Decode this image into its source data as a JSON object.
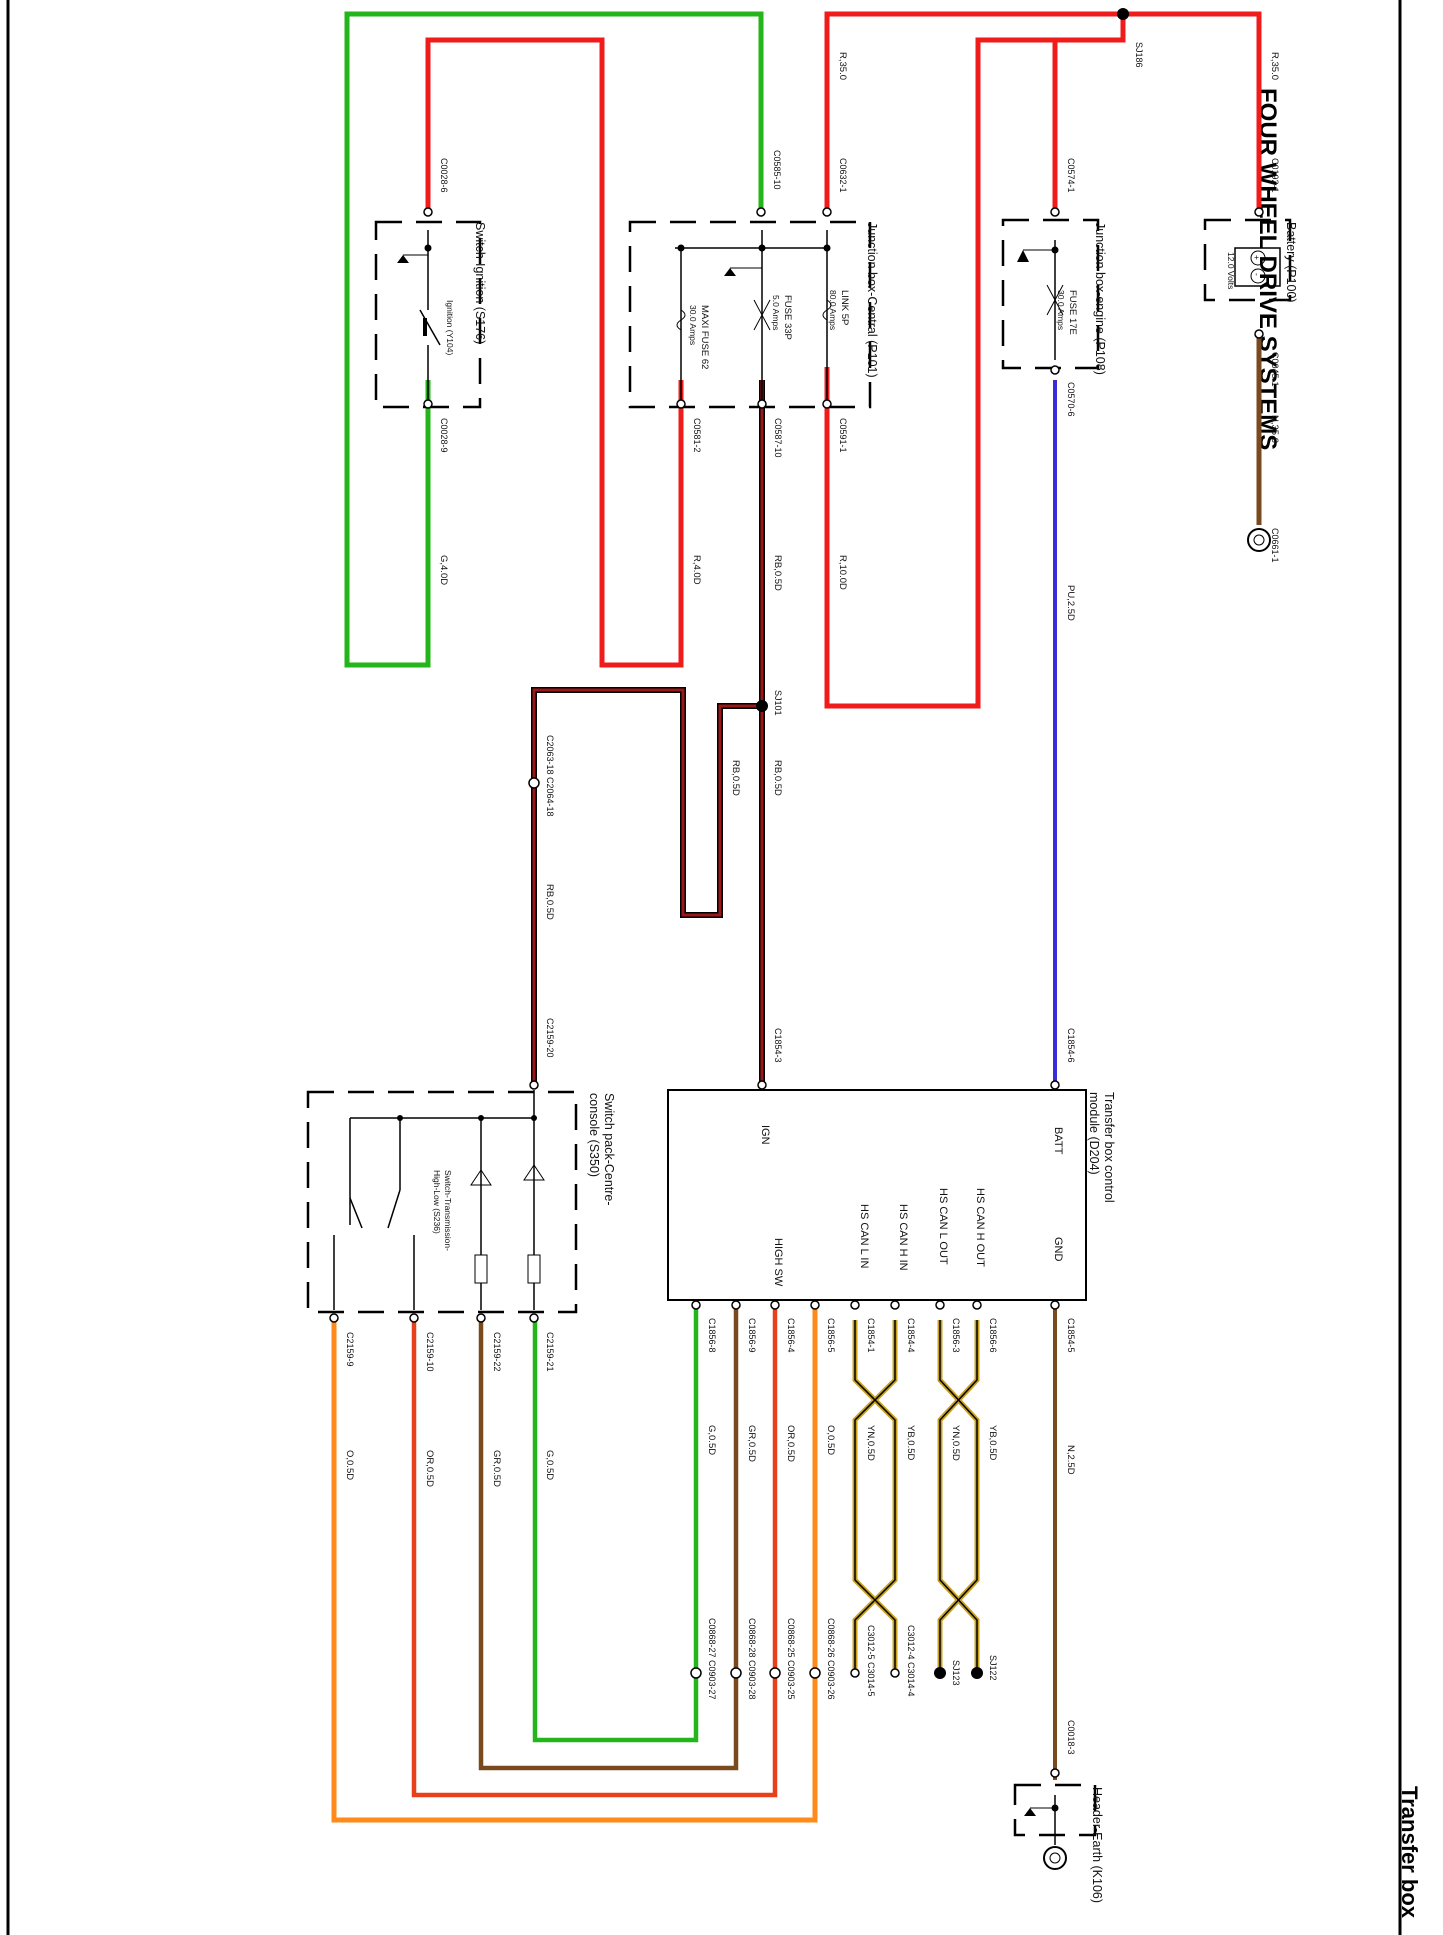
{
  "header": {
    "section_title": "FOUR WHEEL DRIVE SYSTEMS",
    "page_title": "Transfer box"
  },
  "components": {
    "battery": {
      "name": "Battery (P100)",
      "voltage": "12.0 Volts",
      "plus": "+",
      "minus": "-"
    },
    "earth_c0661": "C0661-1",
    "junction_engine": {
      "name": "Junction box-engine (P108)",
      "fuse": "FUSE 17E",
      "rating": "30.0 Amps"
    },
    "junction_central": {
      "name": "Junction box-Central (P101)",
      "link": "LINK 5P",
      "link_rating": "80.0 Amps",
      "fuse": "FUSE 33P",
      "fuse_rating": "5.0 Amps",
      "maxi": "MAXI FUSE 62",
      "maxi_rating": "30.0 Amps"
    },
    "ignition_switch": {
      "name": "Switch-Ignition (S176)",
      "contact": "Ignition (Y104)"
    },
    "tcm": {
      "name_1": "Transfer box control",
      "name_2": "module (D204)",
      "pins": [
        "BATT",
        "GND",
        "HS CAN H OUT",
        "HS CAN L OUT",
        "HS CAN H IN",
        "HS CAN L IN",
        "HIGH SW",
        "IGN"
      ]
    },
    "switch_pack": {
      "name_1": "Switch pack-Centre-",
      "name_2": "console (S350)",
      "sub_1": "Switch-Transmission-",
      "sub_2": "High-Low (S236)"
    },
    "header_earth": "Header-Earth (K106)"
  },
  "connectors": {
    "c0192": "C0192-1",
    "c0045": "C0045-1",
    "sj186": "SJ186",
    "c0574": "C0574-1",
    "c0570": "C0570-6",
    "c0585": "C0585-10",
    "c0632": "C0632-1",
    "c0591": "C0591-1",
    "c0587": "C0587-10",
    "c0581": "C0581-2",
    "c0028_6": "C0028-6",
    "c0028_9": "C0028-9",
    "sj101": "SJ101",
    "c2063": "C2063-18 C2064-18",
    "c1854_3": "C1854-3",
    "c1854_6": "C1854-6",
    "c2159_20": "C2159-20",
    "c1856_6": "C1856-6",
    "c1856_3": "C1856-3",
    "c1854_4": "C1854-4",
    "c1854_1": "C1854-1",
    "c1856_5": "C1856-5",
    "c1856_4": "C1856-4",
    "c1856_9": "C1856-9",
    "c1856_8": "C1856-8",
    "c1854_5": "C1854-5",
    "c2159_21": "C2159-21",
    "c2159_22": "C2159-22",
    "c2159_10": "C2159-10",
    "c2159_9": "C2159-9",
    "sj122": "SJ122",
    "sj123": "SJ123",
    "c3012_4": "C3012-4 C3014-4",
    "c3012_5": "C3012-5 C3014-5",
    "c0868_26": "C0868-26 C0903-26",
    "c0868_25": "C0868-25 C0903-25",
    "c0868_28": "C0868-28 C0903-28",
    "c0868_27": "C0868-27 C0903-27",
    "c0018": "C0018-3"
  },
  "wires": {
    "w_r35_a": "R,35.0",
    "w_r35_b": "R,35.0",
    "w_n35": "N,35.0",
    "w_pu25": "PU,2.5D",
    "w_r10": "R,10.0D",
    "w_rb05_a": "RB,0.5D",
    "w_r4": "R,4.0D",
    "w_g4": "G,4.0D",
    "w_rb05_b": "RB,0.5D",
    "w_rb05_c": "RB,0.5D",
    "w_rb05_d": "RB,0.5D",
    "w_n25": "N,2.5D",
    "w_yb05_a": "YB,0.5D",
    "w_yn05_a": "YN,0.5D",
    "w_yb05_b": "YB,0.5D",
    "w_yn05_b": "YN,0.5D",
    "w_o05_a": "O,0.5D",
    "w_or05_a": "OR,0.5D",
    "w_gr05_a": "GR,0.5D",
    "w_g05_a": "G,0.5D",
    "w_g05_b": "G,0.5D",
    "w_gr05_b": "GR,0.5D",
    "w_or05_b": "OR,0.5D",
    "w_o05_b": "O,0.5D"
  },
  "colors": {
    "red": "#f01b1b",
    "green": "#23b51a",
    "blue": "#3a2cd6",
    "brown": "#7a4a1e",
    "orange": "#ff8a1a",
    "dark_red": "#7a1010",
    "gold": "#c8a020",
    "black": "#000000"
  }
}
